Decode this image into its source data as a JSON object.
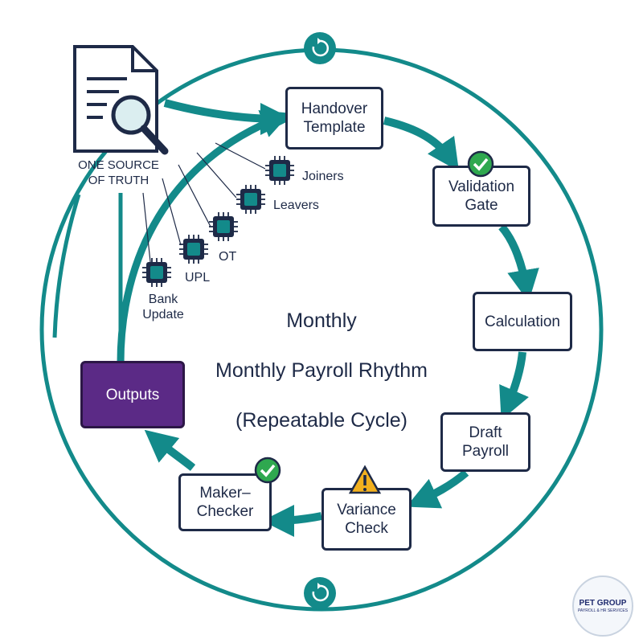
{
  "source": {
    "label": "ONE SOURCE\nOF TRUTH",
    "icon": "document-magnifier-icon"
  },
  "title": {
    "line1": "Monthly",
    "line2": "Monthly Payroll Rhythm",
    "line3": "(Repeatable Cycle)"
  },
  "steps": [
    {
      "label": "Handover\nTemplate"
    },
    {
      "label": "Validation\nGate",
      "badge": "check-icon"
    },
    {
      "label": "Calculation"
    },
    {
      "label": "Draft\nPayroll"
    },
    {
      "label": "Variance\nCheck",
      "badge": "warning-icon"
    },
    {
      "label": "Maker–\nChecker",
      "badge": "check-icon"
    },
    {
      "label": "Outputs"
    }
  ],
  "inputs": [
    {
      "label": "Joiners",
      "icon": "chip-icon"
    },
    {
      "label": "Leavers",
      "icon": "chip-icon"
    },
    {
      "label": "OT",
      "icon": "chip-icon"
    },
    {
      "label": "UPL",
      "icon": "chip-icon"
    },
    {
      "label": "Bank\nUpdate",
      "icon": "chip-icon"
    }
  ],
  "cycle_markers": [
    "cycle-icon",
    "cycle-icon"
  ],
  "logo": {
    "line1": "PET GROUP",
    "line2": "PAYROLL & HR SERVICES"
  },
  "colors": {
    "teal": "#138a8a",
    "navy": "#1e2a47",
    "purple": "#5b2a86",
    "check": "#2fa84f",
    "warning": "#f2b01e"
  }
}
